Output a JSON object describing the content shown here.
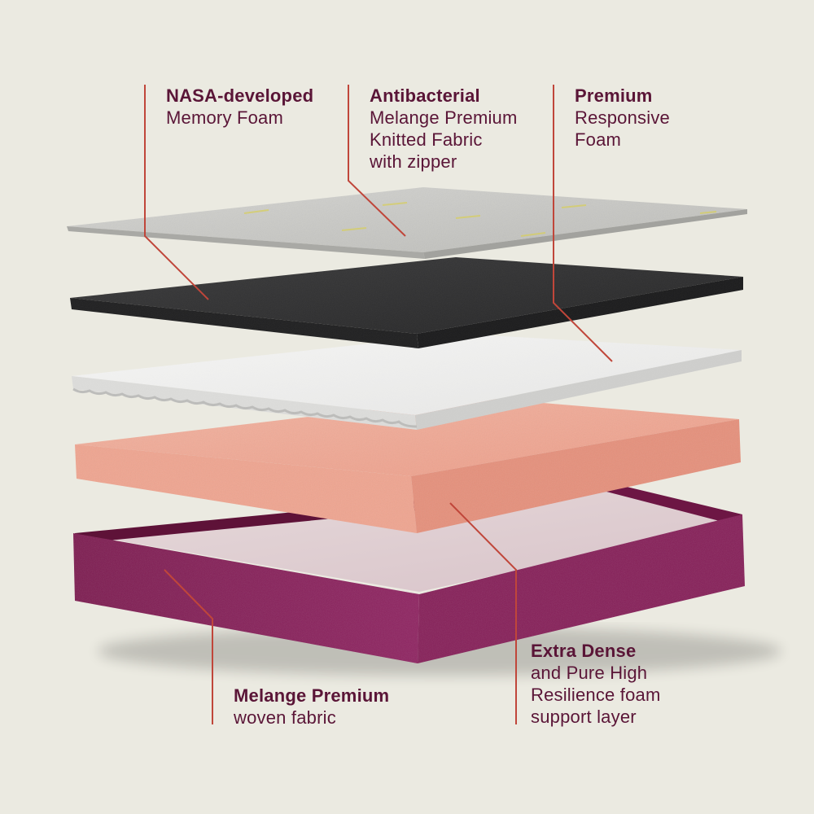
{
  "callouts": {
    "nasa": {
      "head": "NASA-developed",
      "body": "Memory Foam"
    },
    "antibacterial": {
      "head": "Antibacterial",
      "body": "Melange Premium\nKnitted Fabric\nwith zipper"
    },
    "premium": {
      "head": "Premium",
      "body": "Responsive\nFoam"
    },
    "extra_dense": {
      "head": "Extra Dense",
      "body": "and Pure High\nResilience foam\nsupport layer"
    },
    "melange": {
      "head": "Melange Premium",
      "body": "woven fabric"
    }
  },
  "colors": {
    "background": "#ebeae1",
    "text": "#5a1537",
    "leader_line": "#c0463a",
    "knit_cover": "#c9c9c6",
    "memory_foam": "#2e2e2f",
    "responsive_foam": "#ededec",
    "support_foam": "#f2a892",
    "woven_base": "#8a1f5a"
  }
}
